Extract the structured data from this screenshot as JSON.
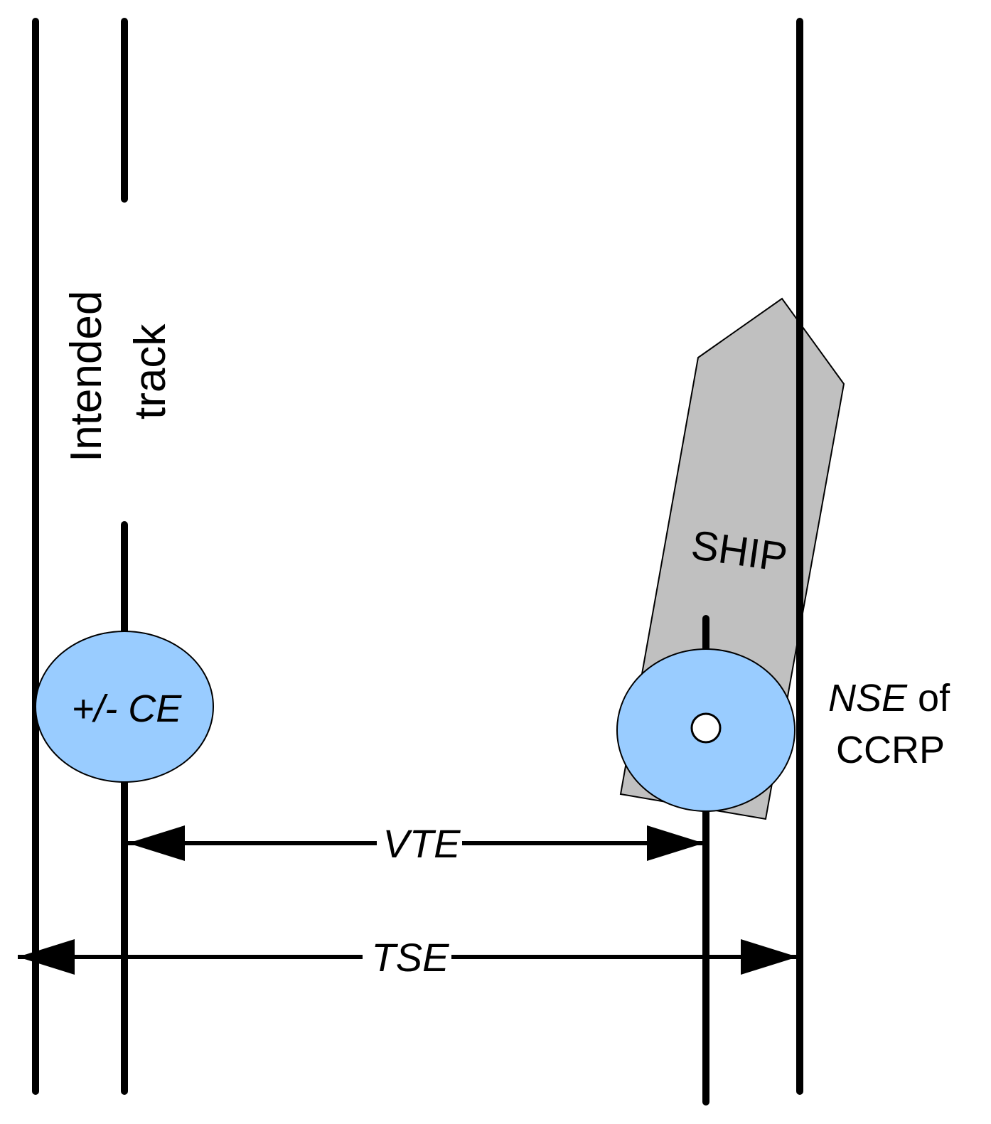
{
  "labels": {
    "track_line1": "Intended",
    "track_line2": "track",
    "ship": "SHIP",
    "ce": "+/- CE",
    "vte": "VTE",
    "tse": "TSE",
    "nse_italic": "NSE",
    "nse_of": " of",
    "ccrp": "CCRP"
  },
  "colors": {
    "line": "#000000",
    "error_circle_fill": "#99ccff",
    "ship_fill": "#c0c0c0",
    "background": "#ffffff"
  }
}
